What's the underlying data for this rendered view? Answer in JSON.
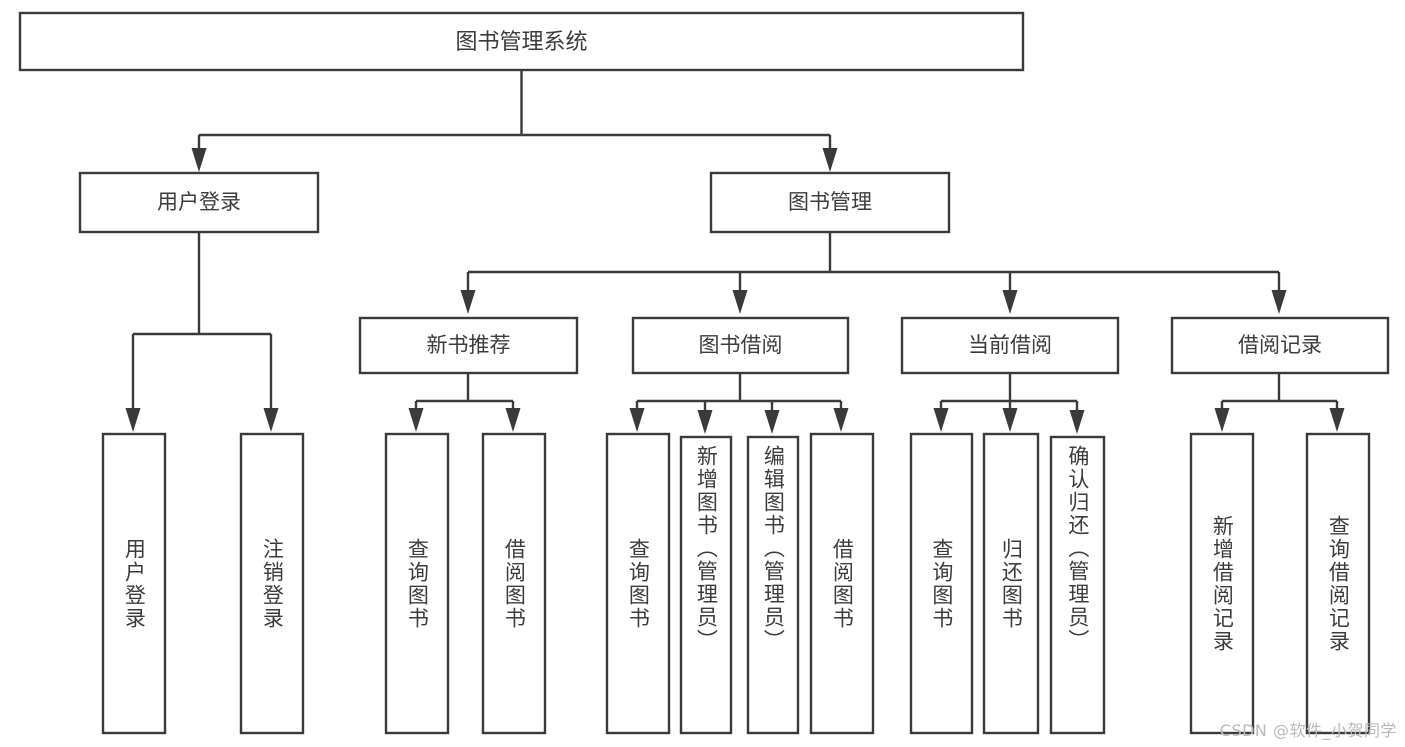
{
  "diagram": {
    "type": "tree",
    "title": "图书管理系统",
    "orientation": "top-down",
    "watermark": "CSDN @软件_小贺同学",
    "colors": {
      "box_stroke": "#3a3a3a",
      "box_fill": "#ffffff",
      "text": "#3c3c3c",
      "connector": "#3a3a3a",
      "watermark": "#b9b9b9",
      "background": "#ffffff"
    }
  },
  "nodes": {
    "root": {
      "label": "图书管理系统"
    },
    "level2": [
      {
        "id": "user-login",
        "label": "用户登录"
      },
      {
        "id": "book-management",
        "label": "图书管理"
      }
    ],
    "level3": [
      {
        "id": "new-book-recommend",
        "label": "新书推荐",
        "parent": "book-management"
      },
      {
        "id": "book-borrow",
        "label": "图书借阅",
        "parent": "book-management"
      },
      {
        "id": "current-borrow",
        "label": "当前借阅",
        "parent": "book-management"
      },
      {
        "id": "borrow-record",
        "label": "借阅记录",
        "parent": "book-management"
      }
    ],
    "leaves": [
      {
        "id": "leaf-user-login",
        "label": "用户登录",
        "parent": "user-login"
      },
      {
        "id": "leaf-logout",
        "label": "注销登录",
        "parent": "user-login"
      },
      {
        "id": "leaf-query-book-1",
        "label": "查询图书",
        "parent": "new-book-recommend"
      },
      {
        "id": "leaf-borrow-book-1",
        "label": "借阅图书",
        "parent": "new-book-recommend"
      },
      {
        "id": "leaf-query-book-2",
        "label": "查询图书",
        "parent": "book-borrow"
      },
      {
        "id": "leaf-add-book",
        "label": "新增图书（管理员）",
        "parent": "book-borrow"
      },
      {
        "id": "leaf-edit-book",
        "label": "编辑图书（管理员）",
        "parent": "book-borrow"
      },
      {
        "id": "leaf-borrow-book-2",
        "label": "借阅图书",
        "parent": "book-borrow"
      },
      {
        "id": "leaf-query-book-3",
        "label": "查询图书",
        "parent": "current-borrow"
      },
      {
        "id": "leaf-return-book",
        "label": "归还图书",
        "parent": "current-borrow"
      },
      {
        "id": "leaf-confirm-return",
        "label": "确认归还（管理员）",
        "parent": "current-borrow"
      },
      {
        "id": "leaf-add-record",
        "label": "新增借阅记录",
        "parent": "borrow-record"
      },
      {
        "id": "leaf-query-record",
        "label": "查询借阅记录",
        "parent": "borrow-record"
      }
    ]
  }
}
